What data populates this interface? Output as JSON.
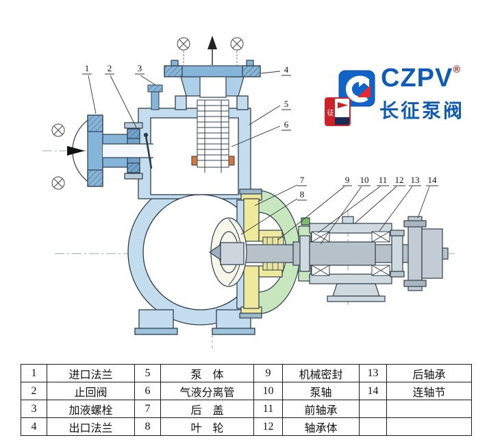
{
  "logo": {
    "brand_latin": "CZPV",
    "registered_mark": "®",
    "brand_cn": "长征泵阀",
    "seal_char": "征"
  },
  "drawing": {
    "callouts": [
      "1",
      "2",
      "3",
      "4",
      "5",
      "6",
      "7",
      "8",
      "9",
      "10",
      "11",
      "12",
      "13",
      "14"
    ]
  },
  "parts_table": {
    "rows": [
      [
        {
          "no": "1",
          "name": "进口法兰"
        },
        {
          "no": "5",
          "name": "泵　体"
        },
        {
          "no": "9",
          "name": "机械密封"
        },
        {
          "no": "13",
          "name": "后轴承"
        }
      ],
      [
        {
          "no": "2",
          "name": "止回阀"
        },
        {
          "no": "6",
          "name": "气液分离管"
        },
        {
          "no": "10",
          "name": "泵轴"
        },
        {
          "no": "14",
          "name": "连轴节"
        }
      ],
      [
        {
          "no": "3",
          "name": "加液螺栓"
        },
        {
          "no": "7",
          "name": "后　盖"
        },
        {
          "no": "11",
          "name": "前轴承"
        },
        {
          "no": "",
          "name": ""
        }
      ],
      [
        {
          "no": "4",
          "name": "出口法兰"
        },
        {
          "no": "8",
          "name": "叶　轮"
        },
        {
          "no": "12",
          "name": "轴承体"
        },
        {
          "no": "",
          "name": ""
        }
      ]
    ]
  },
  "colors": {
    "brand_blue": "#0f5bb5",
    "brand_red": "#cf2128",
    "casing_blue": "#c3ddee",
    "flange_blue": "#85b5d9",
    "cover_yellow": "#efe99c",
    "bracket_green": "#c9e7bf",
    "shaft_gray": "#b6c1ca",
    "pad_orange": "#d4793a"
  }
}
